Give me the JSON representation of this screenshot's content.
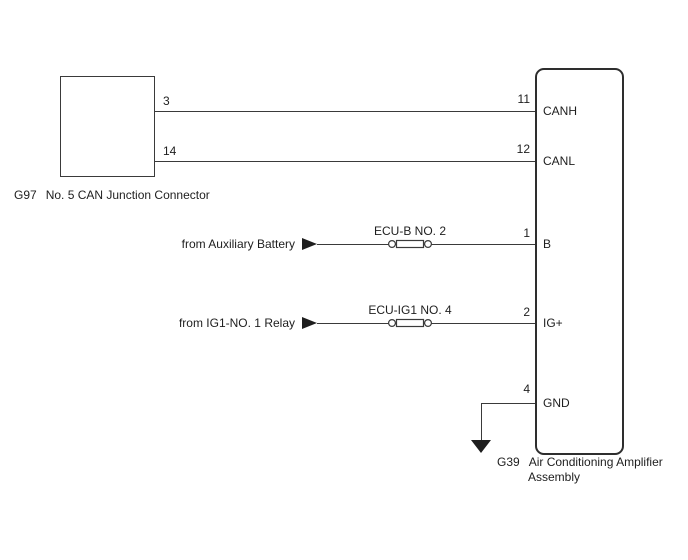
{
  "colors": {
    "background": "#ffffff",
    "line": "#3a3a3a",
    "text": "#1e1e1e"
  },
  "junction_connector": {
    "code": "G97",
    "name": "No. 5 CAN Junction Connector"
  },
  "amplifier": {
    "code": "G39",
    "name": "Air Conditioning Amplifier",
    "name_line2": "Assembly"
  },
  "wires": [
    {
      "from_pin": "3",
      "to_pin": "11",
      "signal": "CANH"
    },
    {
      "from_pin": "14",
      "to_pin": "12",
      "signal": "CANL"
    },
    {
      "source": "from Auxiliary Battery",
      "fuse": "ECU-B NO. 2",
      "to_pin": "1",
      "signal": "B"
    },
    {
      "source": "from IG1-NO. 1 Relay",
      "fuse": "ECU-IG1 NO. 4",
      "to_pin": "2",
      "signal": "IG+"
    },
    {
      "to_pin": "4",
      "signal": "GND"
    }
  ]
}
